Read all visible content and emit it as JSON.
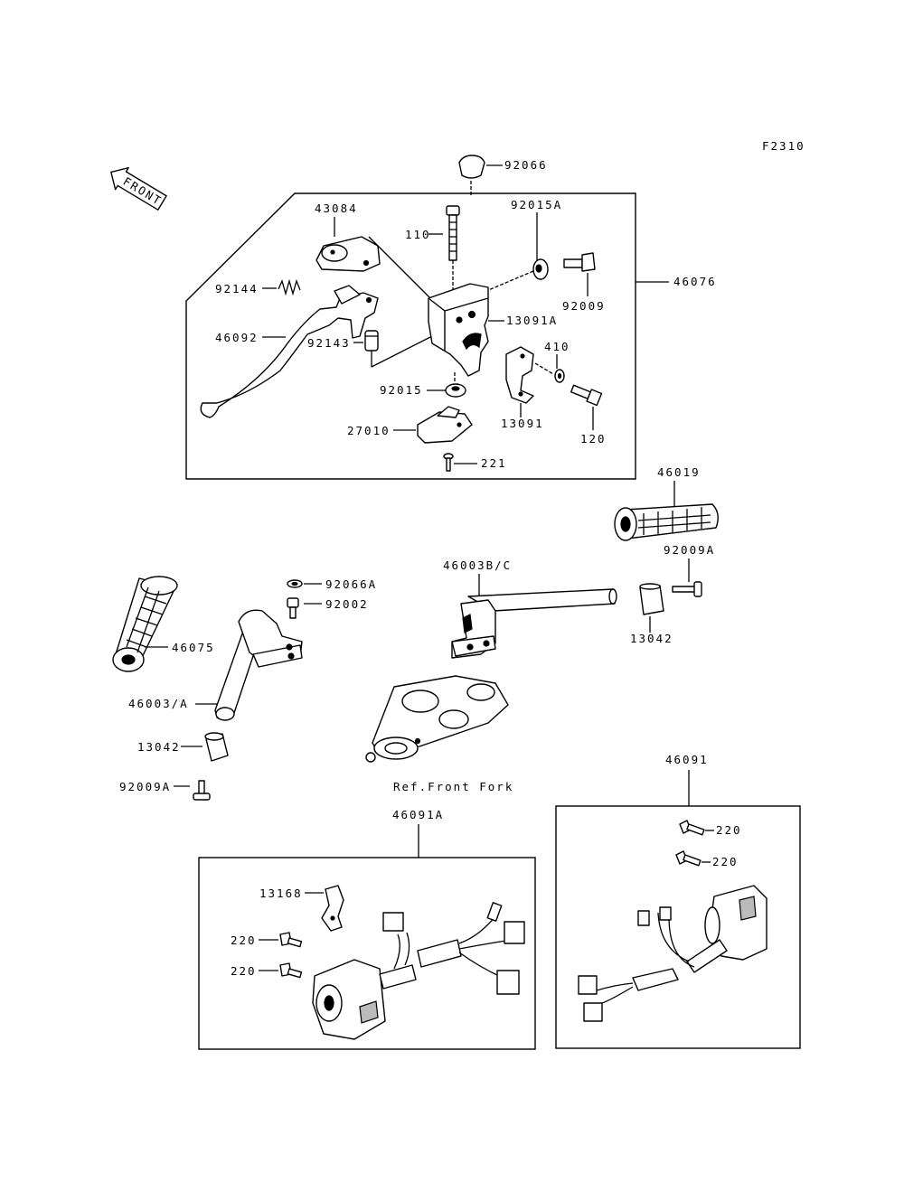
{
  "figure_code": "F2310",
  "front_label": "FRONT",
  "ref_label": "Ref.Front Fork",
  "parts": {
    "p92066": "92066",
    "p43084": "43084",
    "p110": "110",
    "p92015A": "92015A",
    "p92144": "92144",
    "p92009": "92009",
    "p46076": "46076",
    "p13091A": "13091A",
    "p46092": "46092",
    "p92143": "92143",
    "p410": "410",
    "p92015": "92015",
    "p13091": "13091",
    "p27010": "27010",
    "p120": "120",
    "p221": "221",
    "p46019": "46019",
    "p92009A_right": "92009A",
    "p46003BC": "46003B/C",
    "p92066A": "92066A",
    "p92002": "92002",
    "p13042_right": "13042",
    "p46075": "46075",
    "p46003A": "46003/A",
    "p13042_left": "13042",
    "p92009A_left": "92009A",
    "p46091": "46091",
    "p46091A": "46091A",
    "p220_a": "220",
    "p220_b": "220",
    "p13168": "13168",
    "p220_c": "220",
    "p220_d": "220"
  }
}
